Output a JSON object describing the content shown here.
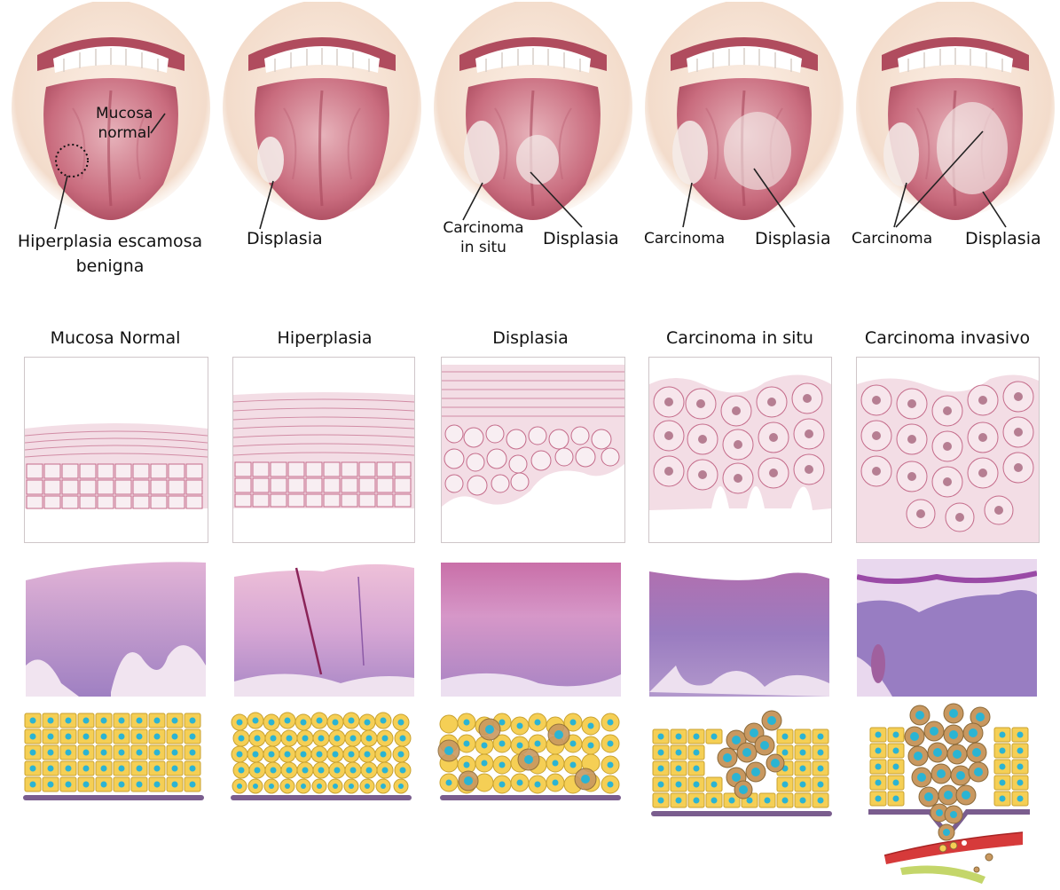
{
  "tongue_labels": {
    "mucosa_normal": "Mucosa\nnormal",
    "hiperplasia": "Hiperplasia escamosa\nbenigna",
    "displasia_1": "Displasia",
    "cis": "Carcinoma\nin situ",
    "displasia_2": "Displasia",
    "carcinoma_1": "Carcinoma",
    "displasia_3": "Displasia",
    "carcinoma_2": "Carcinoma",
    "displasia_4": "Displasia"
  },
  "stages": [
    "Mucosa Normal",
    "Hiperplasia",
    "Displasia",
    "Carcinoma in situ",
    "Carcinoma invasivo"
  ],
  "colors": {
    "lip": "#f3dccb",
    "tongue": "#c96c7e",
    "tongue_light": "#e7b3bb",
    "lesion": "#f4ece9",
    "stain_pink": "#e4a6c9",
    "stain_purple": "#9f80c2",
    "cell_fill": "#f5cf55",
    "cell_border": "#c9a230",
    "nucleus": "#2bb4d3",
    "abnormal_cell": "#c89860",
    "basement": "#7a5d8e"
  }
}
